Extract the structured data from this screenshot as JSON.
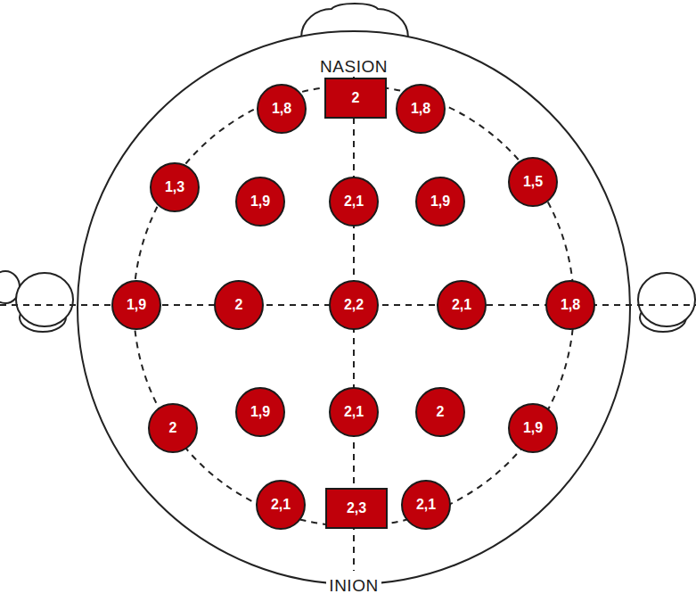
{
  "diagram": {
    "nodes": [
      {
        "text": [
          "1,8"
        ]
      },
      {
        "text": [
          "2"
        ]
      },
      {
        "text": [
          "1,8"
        ]
      },
      {
        "text": [
          "1,3"
        ]
      },
      {
        "text": [
          "1,9"
        ]
      },
      {
        "text": [
          "2,1"
        ]
      },
      {
        "text": [
          "1,9"
        ]
      },
      {
        "text": [
          "1,5"
        ]
      },
      {
        "text": [
          "1,9"
        ]
      },
      {
        "text": [
          "2"
        ]
      },
      {
        "text": [
          "2,2"
        ]
      },
      {
        "text": [
          "2,1"
        ]
      },
      {
        "text": [
          "1,8"
        ]
      },
      {
        "text": [
          "2"
        ]
      },
      {
        "text": [
          "1,9"
        ]
      },
      {
        "text": [
          "2,1"
        ]
      },
      {
        "text": [
          "2"
        ]
      },
      {
        "text": [
          "1,9"
        ]
      },
      {
        "text": [
          "2,1"
        ]
      },
      {
        "text": [
          "2,3"
        ]
      },
      {
        "text": [
          "2,1"
        ]
      }
    ],
    "labels": [
      "NASION",
      "INION"
    ]
  }
}
